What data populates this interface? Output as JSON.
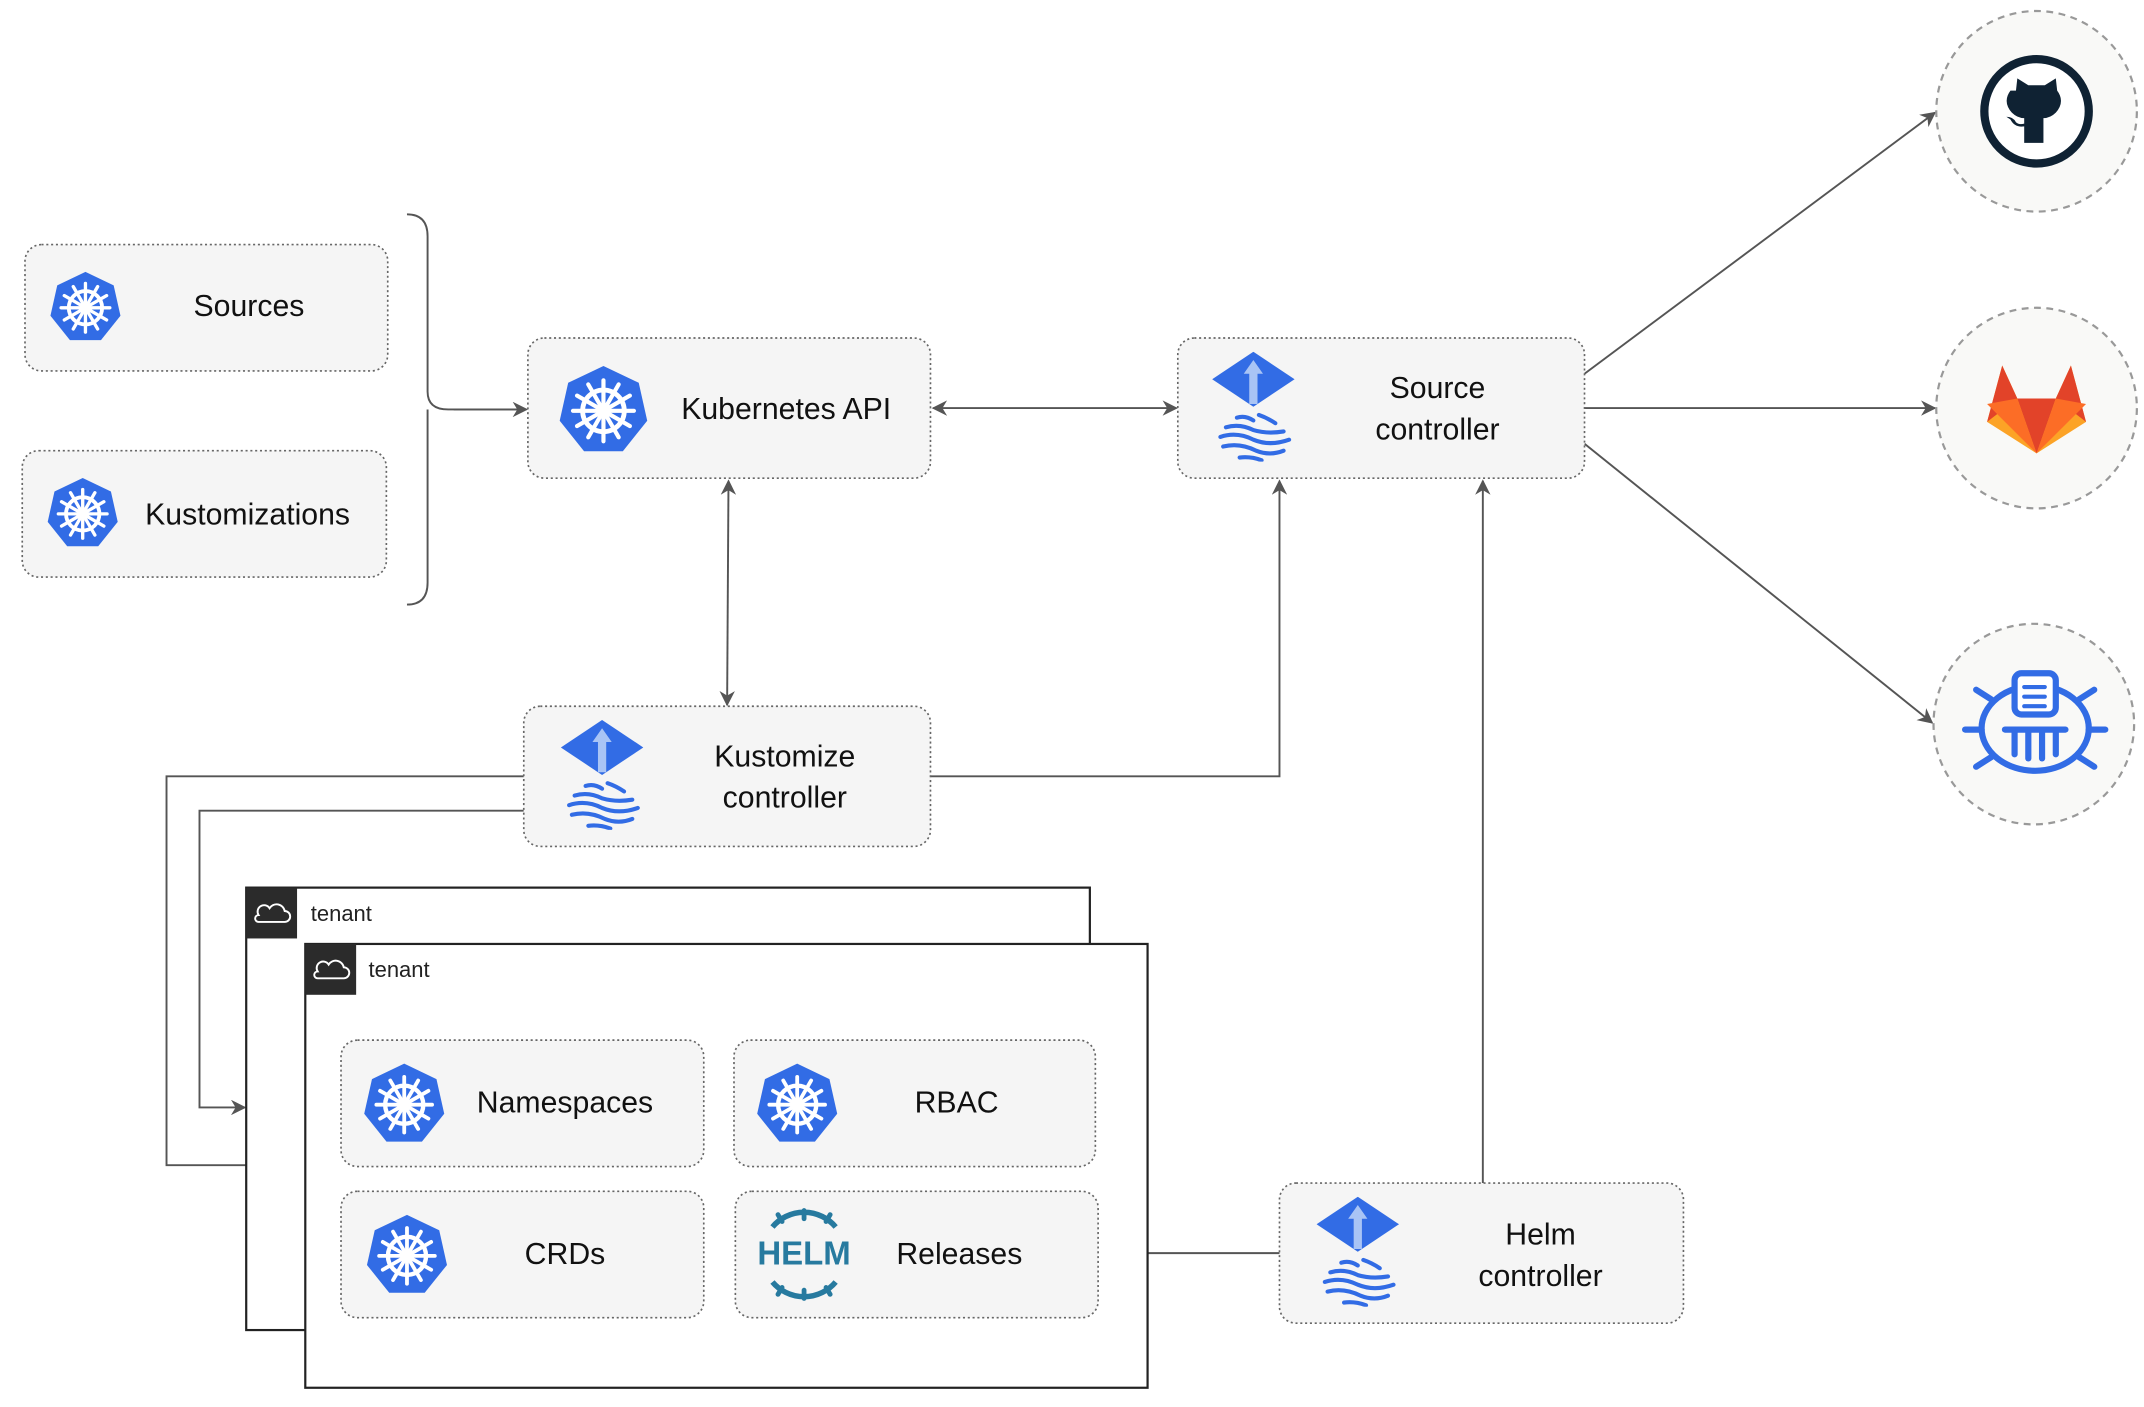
{
  "nodes": {
    "sources": "Sources",
    "kustomizations": "Kustomizations",
    "kubernetes_api": "Kubernetes API",
    "source_controller": [
      "Source",
      "controller"
    ],
    "kustomize_controller": [
      "Kustomize",
      "controller"
    ],
    "helm_controller": [
      "Helm",
      "controller"
    ],
    "namespaces": "Namespaces",
    "rbac": "RBAC",
    "crds": "CRDs",
    "releases": "Releases"
  },
  "tenants": [
    "tenant",
    "tenant"
  ],
  "helm_logo_text": "HELM",
  "external": [
    "github-icon",
    "gitlab-icon",
    "helm-repository-icon"
  ],
  "colors": {
    "k8s_blue": "#326ce5",
    "helm_blue": "#277a9f",
    "github": "#0f2233",
    "gitlab_orange": "#e24329",
    "gitlab_light": "#fca326",
    "edge": "#555555"
  }
}
